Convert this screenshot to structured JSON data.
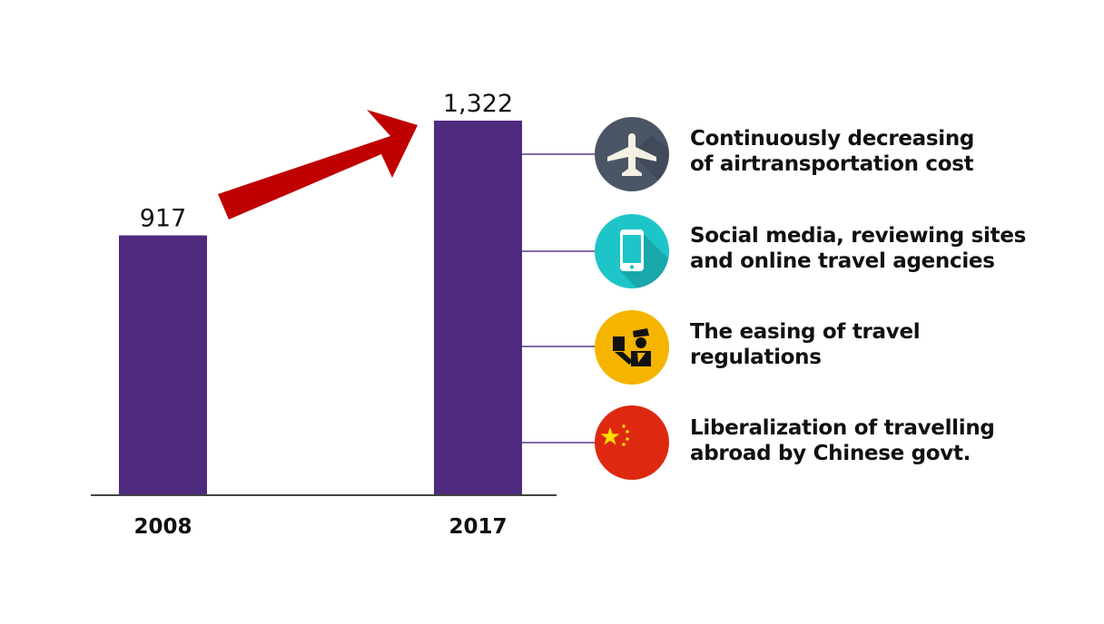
{
  "chart_data": {
    "type": "bar",
    "categories": [
      "2008",
      "2017"
    ],
    "values": [
      917,
      1322
    ],
    "value_labels": [
      "917",
      "1,322"
    ],
    "ylim": [
      0,
      1322
    ],
    "grid": false,
    "colors": {
      "bar": "#4f2b7f",
      "arrow": "#c00000",
      "axis": "#444444",
      "connector": "#5b3a8c"
    }
  },
  "factors": [
    {
      "text": "Continuously decreasing\nof airtransportation cost",
      "icon": "airplane-icon",
      "icon_color": "#4a5565"
    },
    {
      "text": "Social media, reviewing sites\nand online travel agencies",
      "icon": "smartphone-icon",
      "icon_color": "#1ec5c8"
    },
    {
      "text": "The easing of travel\nregulations",
      "icon": "customs-officer-icon",
      "icon_color": "#f5b400"
    },
    {
      "text": "Liberalization of travelling\nabroad by Chinese govt.",
      "icon": "china-flag-icon",
      "icon_color": "#de2910"
    }
  ]
}
